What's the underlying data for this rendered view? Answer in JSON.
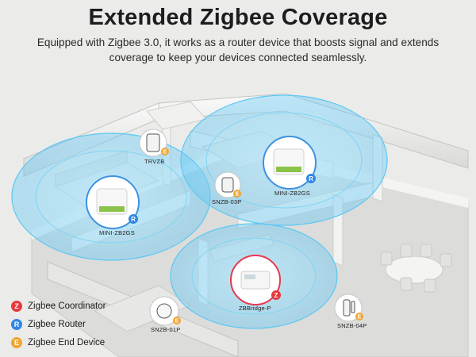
{
  "header": {
    "title": "Extended Zigbee Coverage",
    "subtitle": "Equipped with Zigbee 3.0, it works as a router device that boosts signal and extends coverage to keep your devices connected seamlessly."
  },
  "devices": {
    "trvzb": "TRVZB",
    "mini_left": "MINI-ZB2GS",
    "mini_right": "MINI-ZB2GS",
    "snzb03p": "SNZB-03P",
    "zbbridge": "ZBBridge-P",
    "snzb01p": "SNZB-01P",
    "snzb04p": "SNZB-04P"
  },
  "legend": {
    "coordinator": {
      "label": "Zigbee Coordinator",
      "glyph": "Z",
      "color": "#e8383d"
    },
    "router": {
      "label": "Zigbee Router",
      "glyph": "R",
      "color": "#2f86e6"
    },
    "end_device": {
      "label": "Zigbee End Device",
      "glyph": "E",
      "color": "#f2a531"
    }
  },
  "colors": {
    "coverage": "#4fc3f7",
    "accent_green": "#8bc34a",
    "bridge_ring": "#e8384f"
  }
}
